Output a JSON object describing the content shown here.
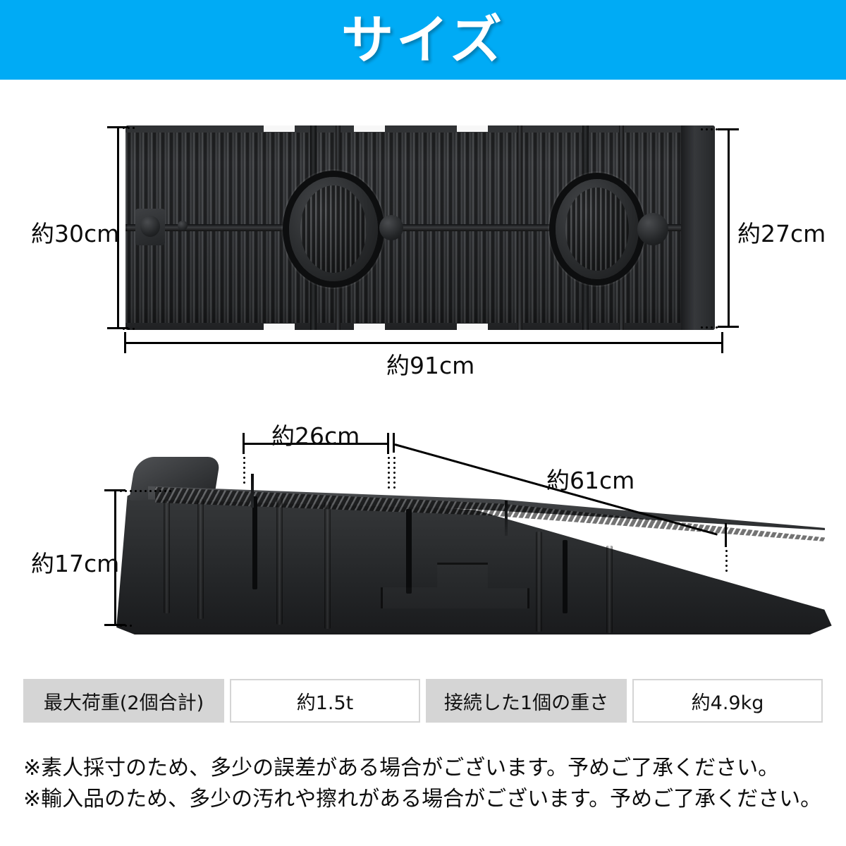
{
  "header": {
    "title": "サイズ",
    "background_color": "#00ABF5",
    "text_color": "#FFFFFF"
  },
  "top_view": {
    "name": "ramp-top-view",
    "dimensions": {
      "left_height": "約30cm",
      "right_height": "約27cm",
      "bottom_width": "約91cm"
    }
  },
  "side_view": {
    "name": "ramp-side-view",
    "dimensions": {
      "top_flat_length": "約26cm",
      "slope_length": "約61cm",
      "height": "約17cm"
    }
  },
  "spec_table": {
    "rows": [
      {
        "label": "最大荷重(2個合計)",
        "value": "約1.5t"
      },
      {
        "label": "接続した1個の重さ",
        "value": "約4.9kg"
      }
    ],
    "label_background": "#D5D5D5",
    "value_background": "#FFFFFF"
  },
  "notes": [
    "※素人採寸のため、多少の誤差がある場合がございます。予めご了承ください。",
    "※輸入品のため、多少の汚れや擦れがある場合がございます。予めご了承ください。"
  ]
}
